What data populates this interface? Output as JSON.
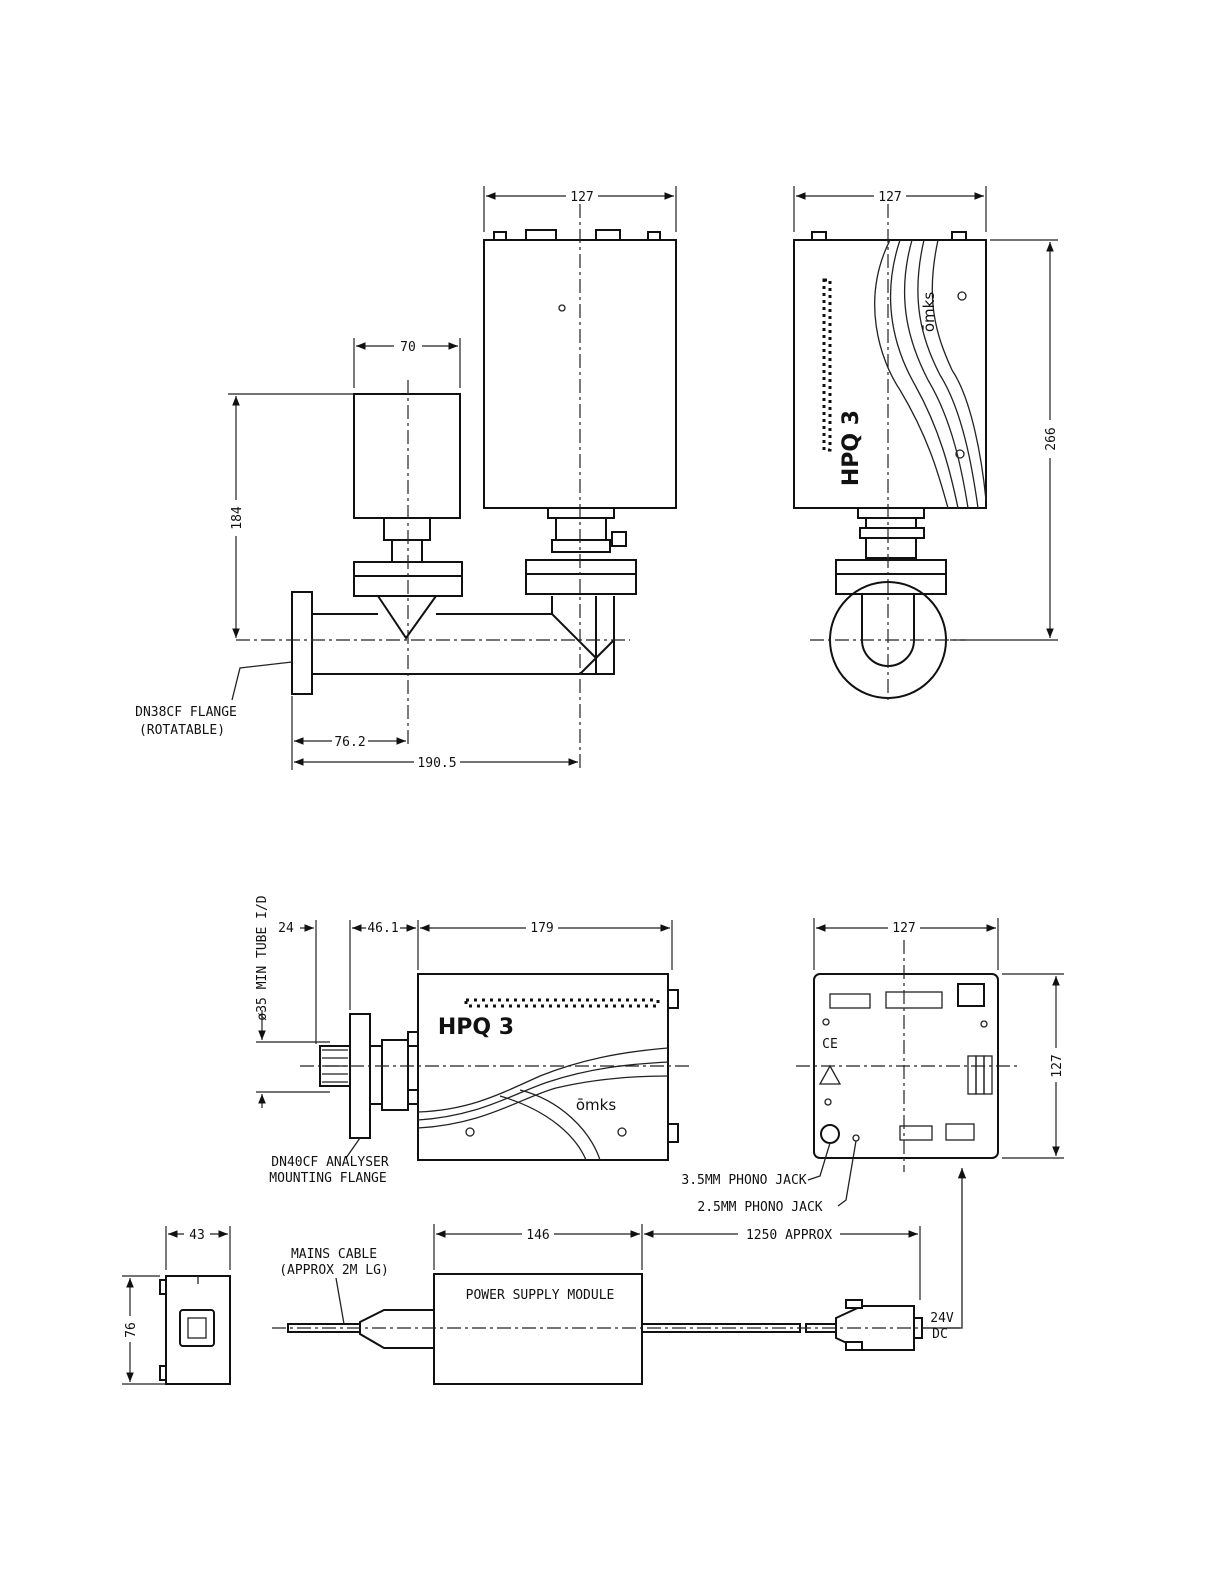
{
  "dimensions": {
    "top_front_width": "127",
    "top_side_width": "127",
    "gauge_width": "70",
    "height_184": "184",
    "height_266": "266",
    "dim_762": "76.2",
    "dim_1905": "190.5",
    "dim_24": "24",
    "dim_461": "46.1",
    "dim_179": "179",
    "rear_width": "127",
    "rear_height": "127",
    "psu_side_width": "43",
    "psu_side_height": "76",
    "psu_width": "146",
    "cable_length": "1250 APPROX"
  },
  "labels": {
    "flange_line1": "DN38CF FLANGE",
    "flange_line2": "(ROTATABLE)",
    "tube_id": "ø35 MIN TUBE I/D",
    "analyser_line1": "DN40CF ANALYSER",
    "analyser_line2": "MOUNTING FLANGE",
    "phono_35": "3.5MM PHONO JACK",
    "phono_25": "2.5MM PHONO JACK",
    "mains_line1": "MAINS CABLE",
    "mains_line2": "(APPROX 2M LG)",
    "psu_module": "POWER SUPPLY MODULE",
    "dc_line1": "24V",
    "dc_line2": "DC"
  },
  "product": {
    "model": "HPQ 3",
    "brand": "ōmks"
  }
}
